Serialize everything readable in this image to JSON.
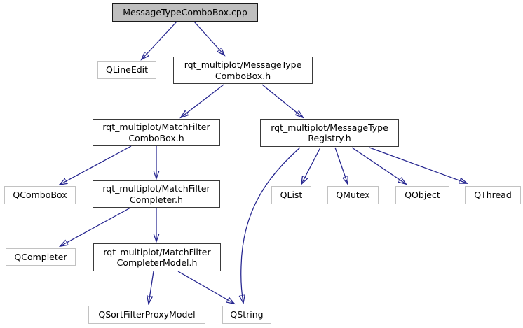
{
  "diagram": {
    "type": "include-dependency-graph",
    "title_node": "MessageTypeComboBox.cpp",
    "nodes": [
      {
        "id": "messagetypecombobox-cpp",
        "kind": "source-file",
        "label": "MessageTypeComboBox.cpp"
      },
      {
        "id": "qlineedit",
        "kind": "external-class",
        "label": "QLineEdit"
      },
      {
        "id": "messagetype-combobox-h",
        "kind": "project-header",
        "label": "rqt_multiplot/MessageTypeComboBox.h",
        "line1": "rqt_multiplot/MessageType",
        "line2": "ComboBox.h"
      },
      {
        "id": "matchfilter-combobox-h",
        "kind": "project-header",
        "label": "rqt_multiplot/MatchFilterComboBox.h",
        "line1": "rqt_multiplot/MatchFilter",
        "line2": "ComboBox.h"
      },
      {
        "id": "messagetype-registry-h",
        "kind": "project-header",
        "label": "rqt_multiplot/MessageTypeRegistry.h",
        "line1": "rqt_multiplot/MessageType",
        "line2": "Registry.h"
      },
      {
        "id": "qcombobox",
        "kind": "external-class",
        "label": "QComboBox"
      },
      {
        "id": "matchfilter-completer-h",
        "kind": "project-header",
        "label": "rqt_multiplot/MatchFilterCompleter.h",
        "line1": "rqt_multiplot/MatchFilter",
        "line2": "Completer.h"
      },
      {
        "id": "qlist",
        "kind": "external-class",
        "label": "QList"
      },
      {
        "id": "qmutex",
        "kind": "external-class",
        "label": "QMutex"
      },
      {
        "id": "qobject",
        "kind": "external-class",
        "label": "QObject"
      },
      {
        "id": "qthread",
        "kind": "external-class",
        "label": "QThread"
      },
      {
        "id": "qcompleter",
        "kind": "external-class",
        "label": "QCompleter"
      },
      {
        "id": "matchfilter-completermodel-h",
        "kind": "project-header",
        "label": "rqt_multiplot/MatchFilterCompleterModel.h",
        "line1": "rqt_multiplot/MatchFilter",
        "line2": "CompleterModel.h"
      },
      {
        "id": "qsortfilterproxymodel",
        "kind": "external-class",
        "label": "QSortFilterProxyModel"
      },
      {
        "id": "qstring",
        "kind": "external-class",
        "label": "QString"
      }
    ],
    "edges": [
      {
        "from": "messagetypecombobox-cpp",
        "to": "qlineedit"
      },
      {
        "from": "messagetypecombobox-cpp",
        "to": "messagetype-combobox-h"
      },
      {
        "from": "messagetype-combobox-h",
        "to": "matchfilter-combobox-h"
      },
      {
        "from": "messagetype-combobox-h",
        "to": "messagetype-registry-h"
      },
      {
        "from": "matchfilter-combobox-h",
        "to": "qcombobox"
      },
      {
        "from": "matchfilter-combobox-h",
        "to": "matchfilter-completer-h"
      },
      {
        "from": "matchfilter-completer-h",
        "to": "qcompleter"
      },
      {
        "from": "matchfilter-completer-h",
        "to": "matchfilter-completermodel-h"
      },
      {
        "from": "matchfilter-completermodel-h",
        "to": "qsortfilterproxymodel"
      },
      {
        "from": "matchfilter-completermodel-h",
        "to": "qstring"
      },
      {
        "from": "messagetype-registry-h",
        "to": "qlist"
      },
      {
        "from": "messagetype-registry-h",
        "to": "qmutex"
      },
      {
        "from": "messagetype-registry-h",
        "to": "qobject"
      },
      {
        "from": "messagetype-registry-h",
        "to": "qthread"
      },
      {
        "from": "messagetype-registry-h",
        "to": "qstring"
      }
    ]
  },
  "colors": {
    "edge": "#24248f",
    "text": "#000000",
    "bg": "#ffffff",
    "main_fill": "#bfbfbf",
    "main_border": "#1a1a1a",
    "hdr_border": "#3a3a3a",
    "ext_border": "#c2c2c2",
    "node_fill": "#ffffff"
  }
}
